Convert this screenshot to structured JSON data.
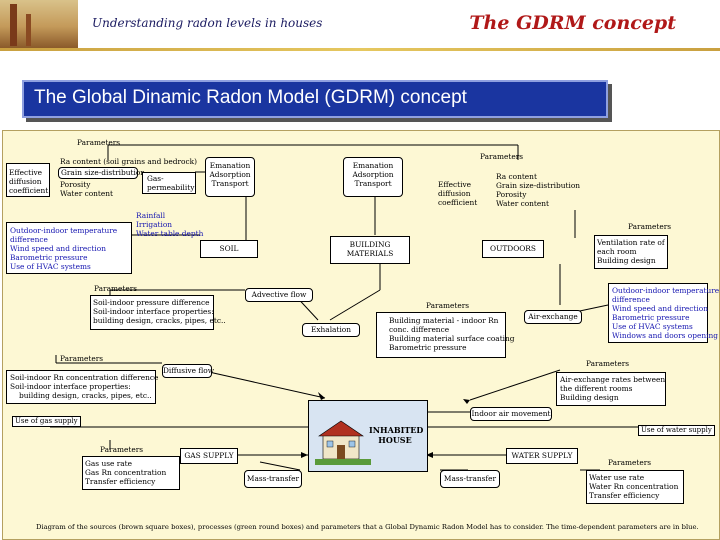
{
  "header": {
    "left": "Understanding radon levels in houses",
    "right": "The GDRM concept"
  },
  "title": "The Global Dinamic Radon Model (GDRM) concept",
  "params_top_left": {
    "label": "Parameters",
    "effective": [
      "Effective",
      "diffusion",
      "coefficient"
    ],
    "soil_props": [
      "Ra content (soil grains and bedrock)",
      "Grain size-distribution",
      "Porosity",
      "Water content"
    ],
    "gas_perm": [
      "Gas-",
      "permeability"
    ],
    "outdoor": [
      "Outdoor-indoor temperature",
      "difference",
      "Wind speed and direction",
      "Barometric pressure",
      "Use of HVAC systems"
    ],
    "rain": [
      "Rainfall",
      "Irrigation",
      "Water table depth"
    ]
  },
  "process_left": [
    "Emanation",
    "Adsorption",
    "Transport"
  ],
  "process_mid": [
    "Emanation",
    "Adsorption",
    "Transport"
  ],
  "params_top_right": {
    "label": "Parameters",
    "effective": [
      "Effective",
      "diffusion",
      "coefficient"
    ],
    "props": [
      "Ra content",
      "Grain size-distribution",
      "Porosity",
      "Water content"
    ]
  },
  "params_vent": {
    "label": "Parameters",
    "lines": [
      "Ventilation rate of",
      "each room",
      "Building design"
    ]
  },
  "sources": {
    "soil": "SOIL",
    "building": [
      "BUILDING",
      "MATERIALS"
    ],
    "outdoors": "OUTDOORS",
    "house": [
      "INHABITED",
      "HOUSE"
    ],
    "gas": "GAS SUPPLY",
    "water": "WATER SUPPLY"
  },
  "params_advective": {
    "label": "Parameters",
    "lines": [
      "Soil-indoor pressure difference",
      "Soil-indoor interface properties:",
      "building design, cracks, pipes, etc.."
    ]
  },
  "processes": {
    "advective": "Advective flow",
    "exhalation": "Exhalation",
    "air_exchange": "Air-exchange",
    "diffusive": "Diffusive flow",
    "indoor": "Indoor air movement",
    "mass_left": "Mass-transfer",
    "mass_right": "Mass-transfer"
  },
  "params_building": {
    "label": "Parameters",
    "lines": [
      "Building material - indoor Rn",
      "conc. difference",
      "Building material surface coating",
      "Barometric pressure"
    ]
  },
  "params_outdoor_right": [
    "Outdoor-indoor temperature",
    "difference",
    "Wind speed and direction",
    "Barometric pressure",
    "Use of HVAC systems",
    "Windows and doors opening"
  ],
  "params_airex": {
    "label": "Parameters",
    "lines": [
      "Air-exchange rates between",
      "the different rooms",
      "Building design"
    ]
  },
  "params_diffusive": {
    "label": "Parameters",
    "lines": [
      "Soil-indoor Rn concentration difference",
      "Soil-indoor interface properties:",
      "building design, cracks, pipes, etc.."
    ]
  },
  "use_gas": "Use of gas supply",
  "use_water": "Use of water supply",
  "params_gas": {
    "label": "Parameters",
    "lines": [
      "Gas use rate",
      "Gas Rn concentration",
      "Transfer efficiency"
    ]
  },
  "params_water": {
    "label": "Parameters",
    "lines": [
      "Water use rate",
      "Water Rn concentration",
      "Transfer efficiency"
    ]
  },
  "caption": "Diagram of the sources (brown square boxes), processes (green round boxes) and parameters that a Global Dynamic Radon Model has to consider. The time-dependent parameters are in blue.",
  "colors": {
    "title_bar": "#1a35a0",
    "panel": "#fdf8d4",
    "header_right": "#b01818",
    "time_dependent": "#1515b0"
  }
}
